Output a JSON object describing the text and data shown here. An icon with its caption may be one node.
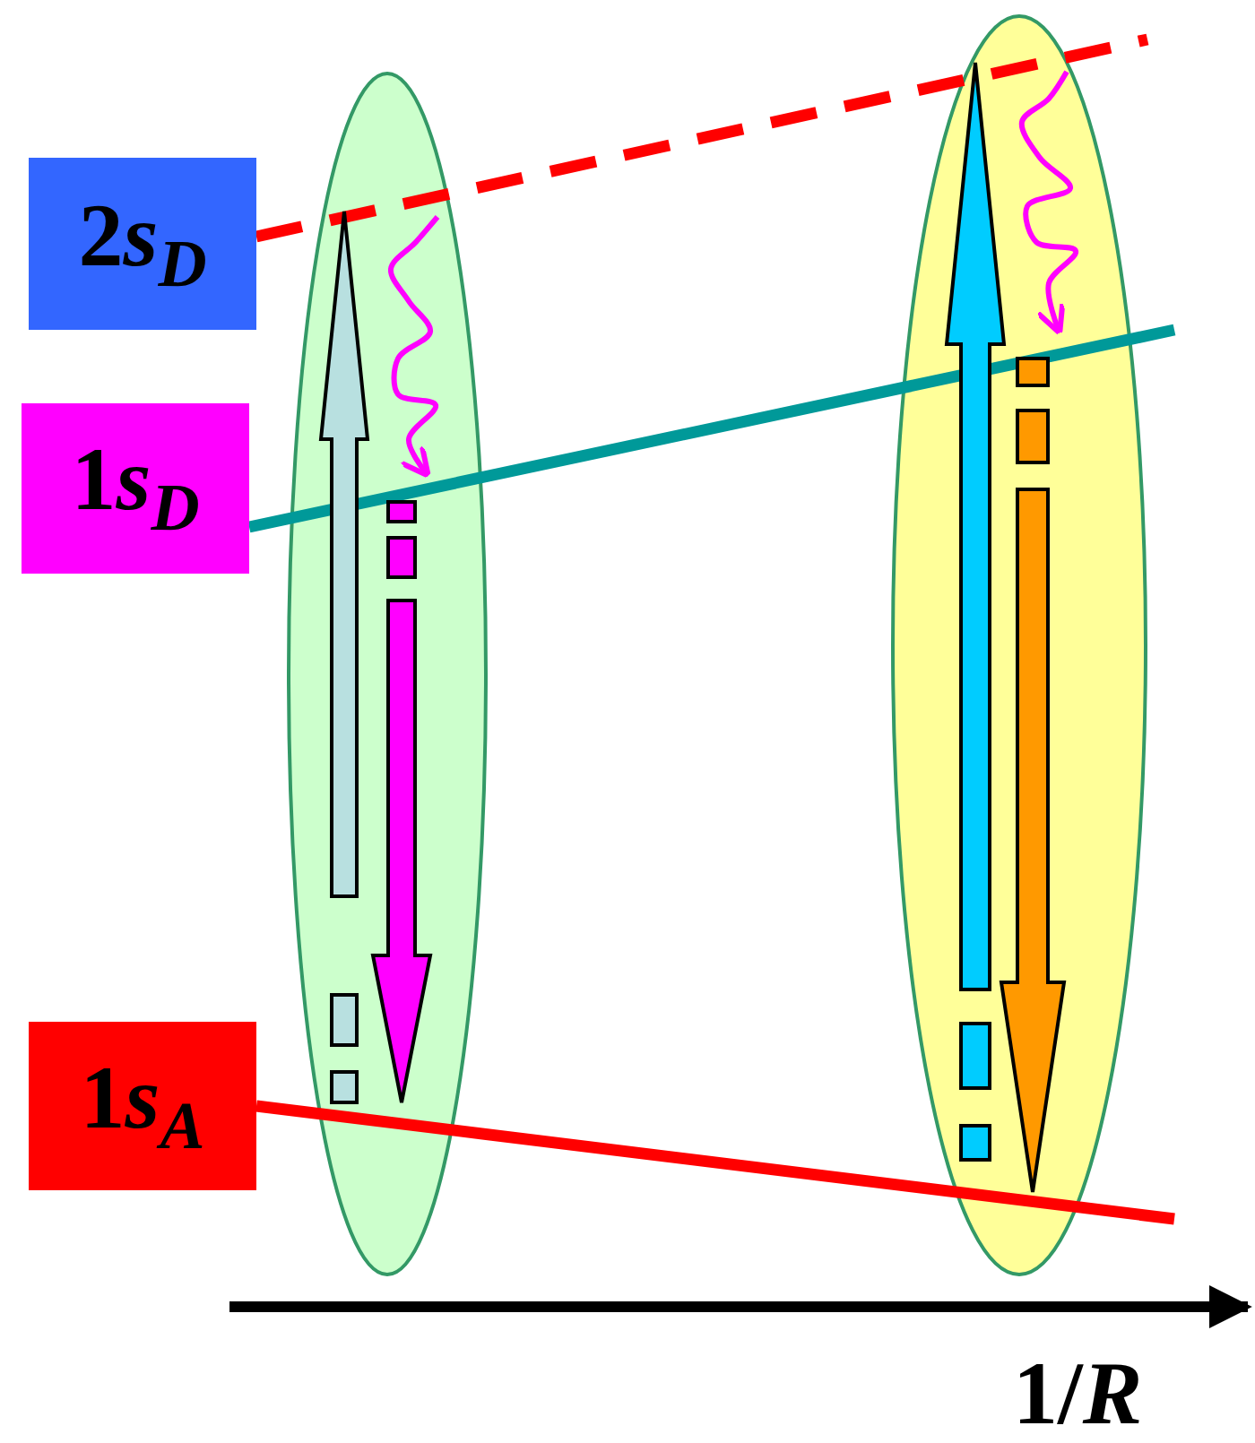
{
  "diagram": {
    "nodes": [
      {
        "text": [
          "2s$_{D}$"
        ]
      },
      {
        "text": [
          "1s$_{D}$"
        ]
      },
      {
        "text": [
          "1s$_{A}$"
        ]
      },
      {
        "text": [],
        "shape": "ellipse"
      },
      {
        "text": [],
        "shape": "ellipse"
      }
    ],
    "edges": [
      {
        "from": 0,
        "to": null,
        "arrow": "none",
        "style": "dashed",
        "color": "#ff0000"
      },
      {
        "from": 1,
        "to": null,
        "arrow": "none",
        "color": "#009999"
      },
      {
        "from": 2,
        "to": null,
        "arrow": "none",
        "color": "#ff0000"
      }
    ],
    "labels": [
      "1/*R*"
    ]
  }
}
